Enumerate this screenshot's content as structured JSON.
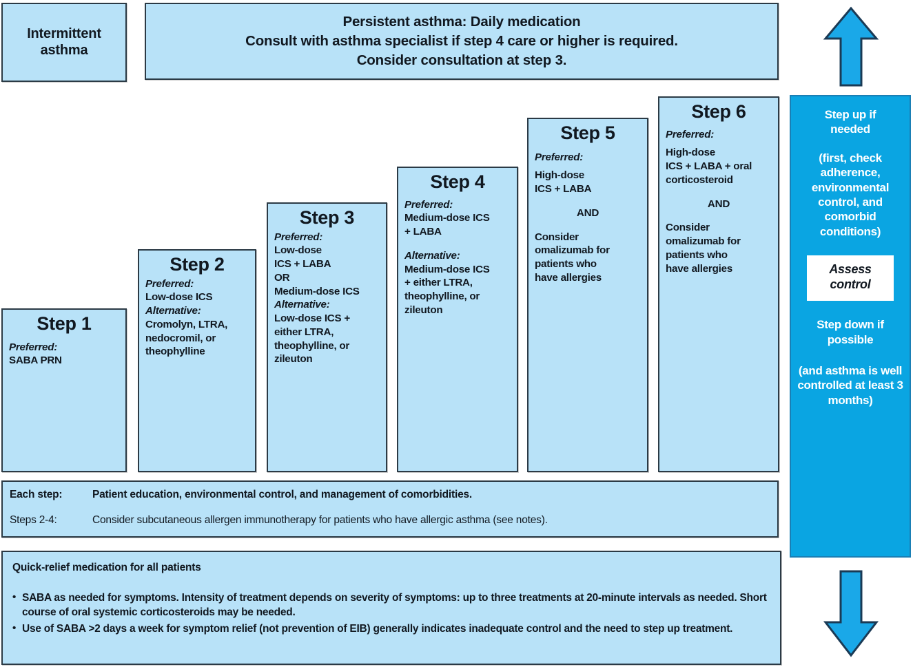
{
  "colors": {
    "panel_light_blue": "#b8e2f8",
    "panel_bright_blue": "#0aa5e2",
    "border_dark": "#2b3a45",
    "text_dark": "#111820",
    "text_white": "#ffffff"
  },
  "intermittent": {
    "line1": "Intermittent",
    "line2": "asthma"
  },
  "persistent": {
    "line1": "Persistent asthma: Daily medication",
    "line2": "Consult with asthma specialist if step 4 care or higher is required.",
    "line3": "Consider consultation at step 3."
  },
  "steps": [
    {
      "title": "Step 1",
      "preferred_label": "Preferred:",
      "preferred_lines": [
        "SABA PRN"
      ],
      "alternative_label": "",
      "alternative_lines": []
    },
    {
      "title": "Step 2",
      "preferred_label": "Preferred:",
      "preferred_lines": [
        "Low-dose ICS"
      ],
      "alternative_label": "Alternative:",
      "alternative_lines": [
        "Cromolyn, LTRA,",
        "nedocromil, or",
        "theophylline"
      ]
    },
    {
      "title": "Step 3",
      "preferred_label": "Preferred:",
      "preferred_lines": [
        "Low-dose",
        "ICS + LABA",
        "OR",
        "Medium-dose ICS"
      ],
      "alternative_label": "Alternative:",
      "alternative_lines": [
        "Low-dose ICS +",
        "either LTRA,",
        "theophylline, or",
        "zileuton"
      ]
    },
    {
      "title": "Step 4",
      "preferred_label": "Preferred:",
      "preferred_lines": [
        "Medium-dose ICS",
        "+ LABA"
      ],
      "alternative_label": "Alternative:",
      "alternative_lines": [
        "Medium-dose ICS",
        "+ either LTRA,",
        "theophylline, or",
        "zileuton"
      ]
    },
    {
      "title": "Step 5",
      "preferred_label": "Preferred:",
      "preferred_lines": [
        "High-dose",
        "ICS + LABA"
      ],
      "conjunction": "AND",
      "extra_lines": [
        "Consider",
        "omalizumab for",
        "patients who",
        "have allergies"
      ],
      "alternative_label": "",
      "alternative_lines": []
    },
    {
      "title": "Step 6",
      "preferred_label": "Preferred:",
      "preferred_lines": [
        "High-dose",
        "ICS + LABA + oral",
        "corticosteroid"
      ],
      "conjunction": "AND",
      "extra_lines": [
        "Consider",
        "omalizumab for",
        "patients who",
        "have allergies"
      ],
      "alternative_label": "",
      "alternative_lines": []
    }
  ],
  "each_step_panel": {
    "row1_key": "Each step:",
    "row1_value": "Patient education, environmental control, and management of comorbidities.",
    "row2_key": "Steps 2-4:",
    "row2_value": "Consider subcutaneous allergen immunotherapy for patients who have allergic asthma (see notes)."
  },
  "quick_relief_panel": {
    "title": "Quick-relief medication for all patients",
    "bullet_glyph": "•",
    "items": [
      "SABA as needed for symptoms. Intensity of treatment depends on severity of symptoms: up to three treatments at 20-minute intervals as needed. Short course of oral systemic corticosteroids may be needed.",
      "Use of SABA >2 days a week for symptom relief (not prevention of EIB) generally indicates inadequate control and the need to step up treatment."
    ]
  },
  "control_panel": {
    "step_up_line1": "Step up if",
    "step_up_line2": "needed",
    "step_up_note": "(first, check adherence, environmental control, and comorbid conditions)",
    "assess_line1": "Assess",
    "assess_line2": "control",
    "step_down_line1": "Step down if",
    "step_down_line2": "possible",
    "step_down_note": "(and asthma is well controlled at least 3 months)"
  },
  "arrows": {
    "up_name": "step-up-arrow",
    "down_name": "step-down-arrow"
  }
}
